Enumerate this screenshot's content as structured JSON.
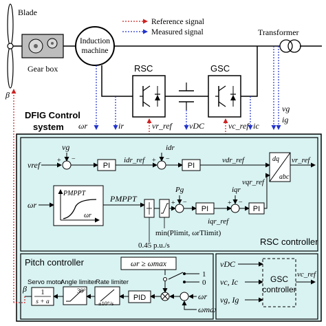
{
  "colors": {
    "control_bg": "#d9f2f2",
    "reference_signal": "#cc2222",
    "measured_signal": "#2233cc",
    "gearbox_fill": "#bdbdbd",
    "line": "#000000"
  },
  "top": {
    "blade_label": "Blade",
    "gearbox_label": "Gear box",
    "beta_label": "β",
    "machine_label_line1": "Induction",
    "machine_label_line2": "machine",
    "rsc_label": "RSC",
    "gsc_label": "GSC",
    "transformer_label": "Transformer"
  },
  "legend": {
    "reference": "Reference signal",
    "measured": "Measured signal"
  },
  "signals": {
    "wr": "ωr",
    "ir": "ir",
    "vr_ref": "vr_ref",
    "vdc": "vDC",
    "vc_ref": "vc_ref",
    "ic": "ic",
    "vg": "vg",
    "ig": "ig"
  },
  "control_system": {
    "title_line1": "DFIG Control",
    "title_line2": "system"
  },
  "rsc_controller": {
    "title": "RSC controller",
    "vg": "vg",
    "vref": "vref",
    "pi1": "PI",
    "idr_ref": "idr_ref",
    "idr": "idr",
    "pi2": "PI",
    "vdr_ref": "vdr_ref",
    "vr_ref_out": "vr_ref",
    "dq": "dq",
    "abc": "abc",
    "wr_in": "ωr",
    "pmppt_box": "PMPPT",
    "wr_box": "ωr",
    "pmppt_sig": "PMPPT",
    "pg": "Pg",
    "pi3": "PI",
    "iqr_ref": "iqr_ref",
    "iqr": "iqr",
    "pi4": "PI",
    "vqr_ref": "vqr_ref",
    "min_label": "min(Plimit, ωrTlimit)",
    "rate_label": "0.45 p.u./s",
    "plus": "+",
    "minus": "−"
  },
  "pitch_controller": {
    "title": "Pitch controller",
    "condition": "ωr ≥ ωmax",
    "servo_label": "Servo motor",
    "servo_num": "1",
    "servo_den": "s + a",
    "angle_label": "Angle limiter",
    "angle_value": "30°",
    "rate_label": "Rate limiter",
    "rate_value": "±10°/s",
    "pid": "PID",
    "beta": "β",
    "switch_one": "1",
    "switch_zero": "0",
    "wr": "ωr",
    "wmax": "ωmax"
  },
  "gsc_controller": {
    "vdc": "vDC",
    "vc_ic": "vc, Ic",
    "vg_ig": "vg, Ig",
    "box_line1": "GSC",
    "box_line2": "controller",
    "out": "vc_ref"
  }
}
